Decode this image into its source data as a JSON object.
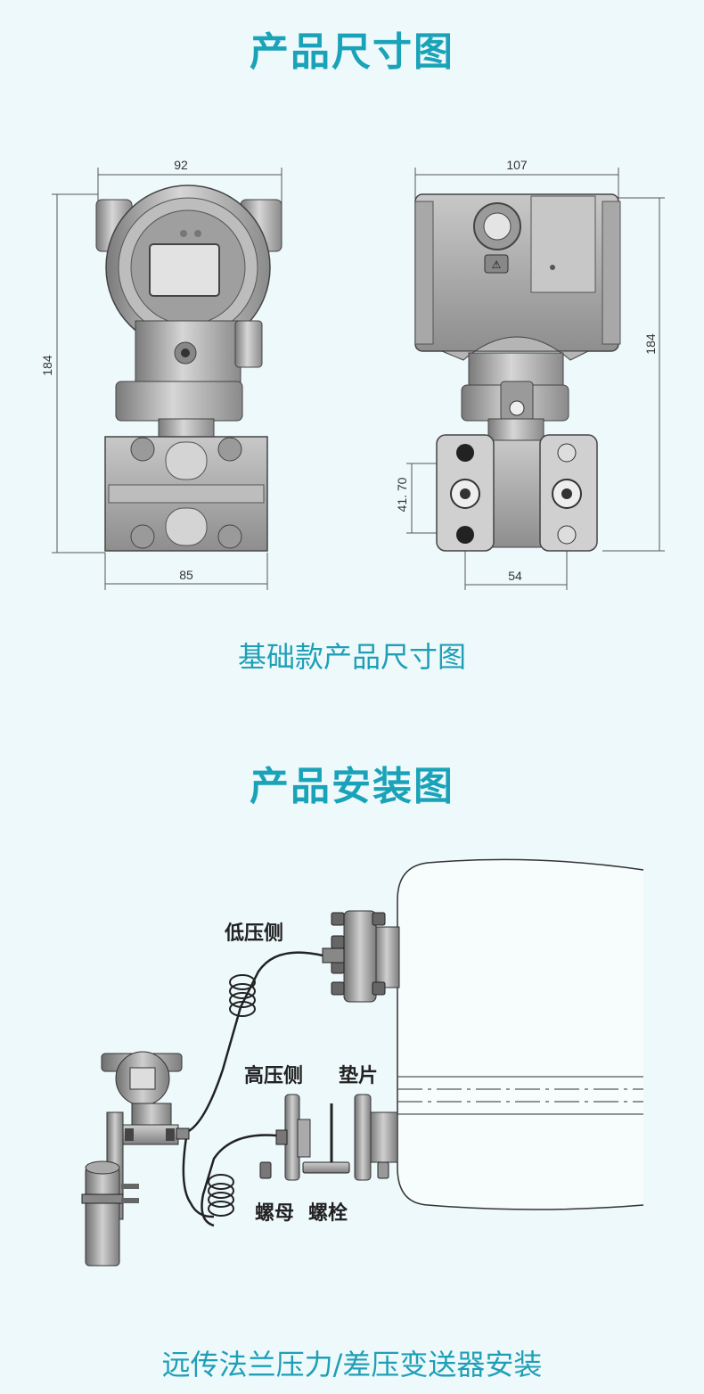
{
  "dimensions_section": {
    "title": "产品尺寸图",
    "caption": "基础款产品尺寸图",
    "front_view": {
      "width_top": "92",
      "height": "184",
      "width_bottom": "85"
    },
    "side_view": {
      "width_top": "107",
      "height": "184",
      "flange_height": "41. 70",
      "width_bottom": "54"
    }
  },
  "installation_section": {
    "title": "产品安装图",
    "caption": "远传法兰压力/差压变送器安装",
    "labels": {
      "low_side": "低压侧",
      "high_side": "高压侧",
      "gasket": "垫片",
      "nut": "螺母",
      "bolt": "螺栓"
    }
  },
  "colors": {
    "accent": "#1aa3b8",
    "metal": "#9a9a9a",
    "metal_dark": "#6e6e6e"
  }
}
